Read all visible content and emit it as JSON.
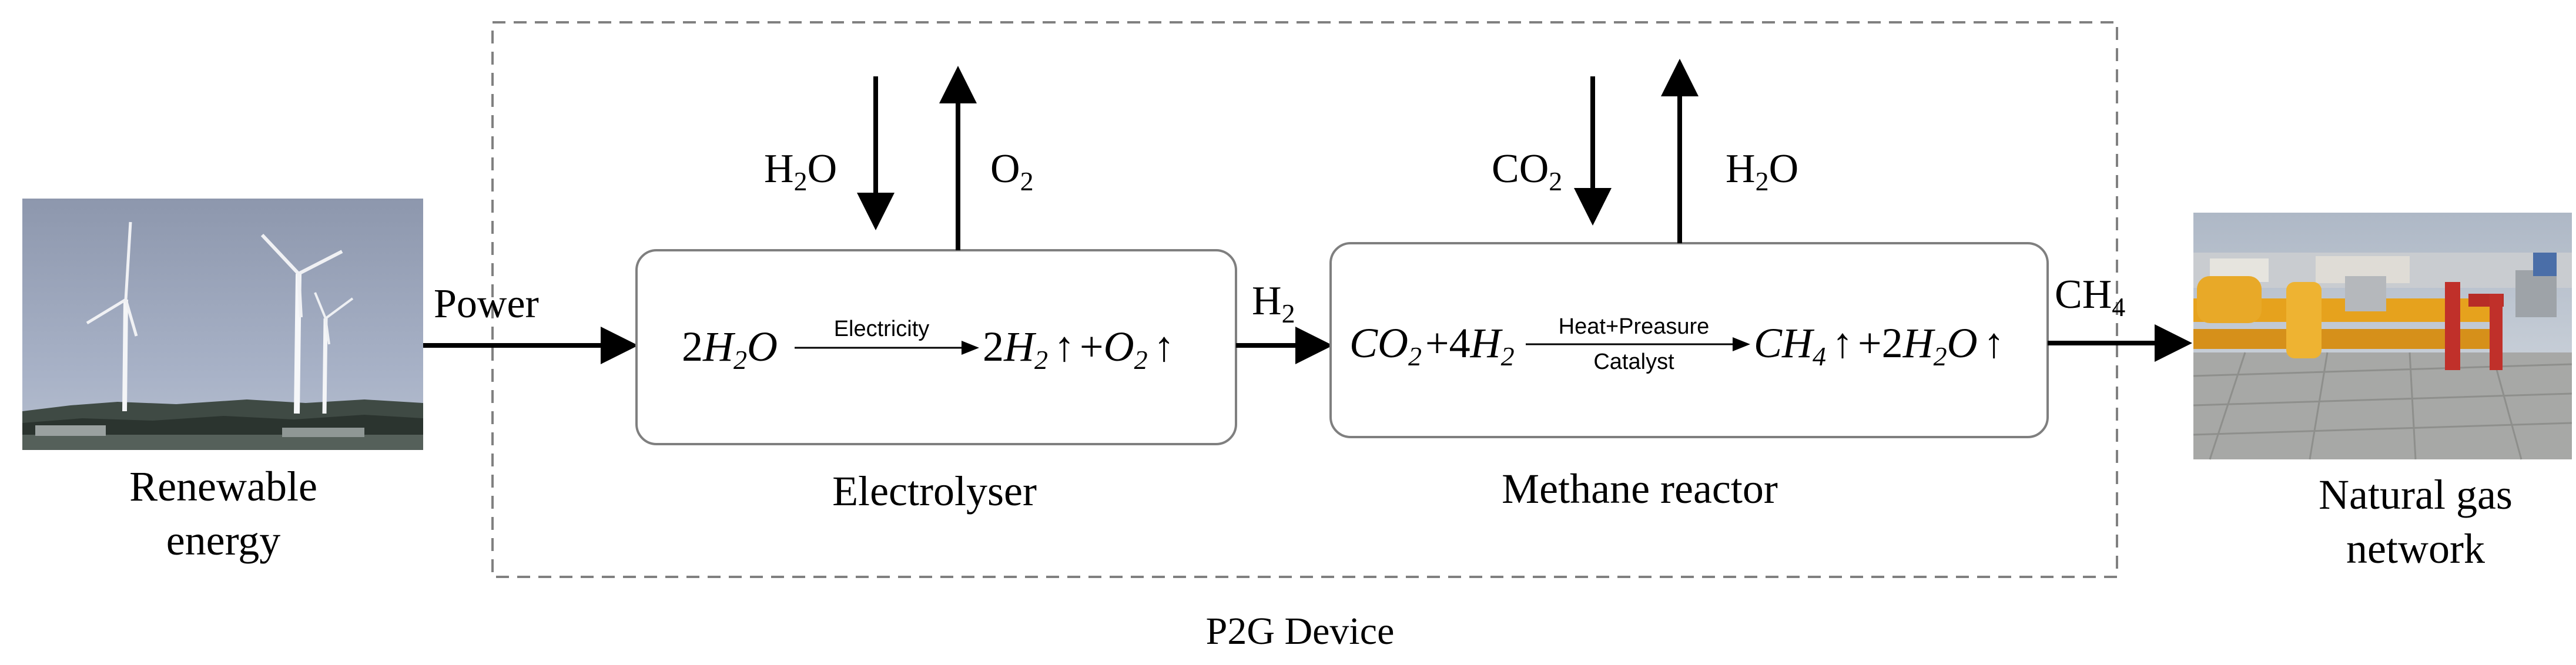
{
  "device_label": "P2G Device",
  "source": {
    "label_line1": "Renewable",
    "label_line2": "energy",
    "power_label": "Power",
    "image_icon": "wind-turbines-photo"
  },
  "electrolyser": {
    "label": "Electrolyser",
    "input_label": {
      "pre": "H",
      "sub": "2",
      "post": "O"
    },
    "output_label": {
      "pre": "O",
      "sub": "2",
      "post": ""
    },
    "equation": {
      "reactant": {
        "coef": "2",
        "a": "H",
        "a_sub": "2",
        "b": "O"
      },
      "condition_top": "Electricity",
      "product1": {
        "coef": "2",
        "a": "H",
        "a_sub": "2",
        "arrow": "↑"
      },
      "plus": "+",
      "product2": {
        "a": "O",
        "a_sub": "2",
        "arrow": "↑"
      }
    }
  },
  "h2_label": {
    "pre": "H",
    "sub": "2"
  },
  "reactor": {
    "label": "Methane reactor",
    "input_label": {
      "pre": "CO",
      "sub": "2",
      "post": ""
    },
    "output_label": {
      "pre": "H",
      "sub": "2",
      "post": "O"
    },
    "equation": {
      "reactant1": {
        "a": "CO",
        "a_sub": "2"
      },
      "plus1": "+",
      "reactant2": {
        "coef": "4",
        "a": "H",
        "a_sub": "2"
      },
      "condition_top": "Heat+Preasure",
      "condition_bottom": "Catalyst",
      "product1": {
        "a": "CH",
        "a_sub": "4",
        "arrow": "↑"
      },
      "plus2": "+",
      "product2": {
        "coef": "2",
        "a": "H",
        "a_sub": "2",
        "b": "O",
        "arrow": "↑"
      }
    }
  },
  "ch4_label": {
    "pre": "CH",
    "sub": "4"
  },
  "sink": {
    "label_line1": "Natural gas",
    "label_line2": "network",
    "image_icon": "gas-station-photo"
  }
}
